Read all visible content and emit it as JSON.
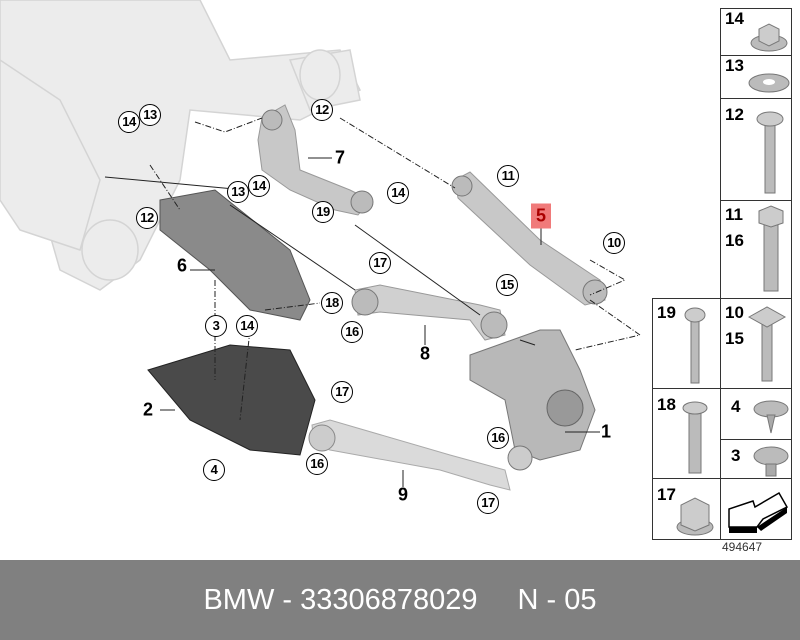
{
  "diagram": {
    "callouts": [
      "14",
      "13",
      "12",
      "11",
      "14",
      "19",
      "13",
      "14",
      "12",
      "17",
      "15",
      "10",
      "18",
      "14",
      "3",
      "16",
      "17",
      "16",
      "16",
      "17",
      "4"
    ],
    "labels": {
      "p1": "1",
      "p2": "2",
      "p5": "5",
      "p6": "6",
      "p7": "7",
      "p8": "8",
      "p9": "9"
    },
    "highlighted_part": "5",
    "highlight_color": "#f07a7a"
  },
  "parts_column": {
    "b14": "14",
    "b13": "13",
    "b12": "12",
    "b11": "11",
    "b16": "16",
    "b19": "19",
    "b10": "10",
    "b15": "15",
    "b18": "18",
    "b4": "4",
    "b3": "3",
    "b17": "17"
  },
  "reference_number": "494647",
  "banner": {
    "part_number": "BMW - 33306878029",
    "page": "N - 05"
  }
}
